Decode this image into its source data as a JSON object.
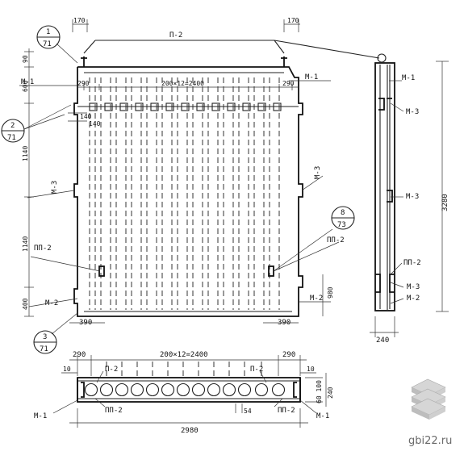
{
  "front": {
    "hinge_label": "П-2",
    "top_left_offset": "170",
    "top_right_offset": "170",
    "left_mark_top": "М-1",
    "right_mark_top": "М-1",
    "left_mark_mid": "М-3",
    "right_mark_mid": "М-3",
    "left_bottom_mark": "М-2",
    "right_bottom_mark": "М-2",
    "left_pp": "ПП-2",
    "right_pp": "ПП-2",
    "edge_left": "290",
    "edge_right": "290",
    "spacing": "200×12=2400",
    "dim_90": "90",
    "dim_600": "600",
    "dim_1140a": "1140",
    "dim_1140b": "1140",
    "dim_400": "400",
    "dim_140a": "140",
    "dim_140b": "140",
    "dim_390_left": "390",
    "dim_390_right": "390",
    "dim_980": "980",
    "callouts": [
      {
        "num": "1",
        "sheet": "71"
      },
      {
        "num": "2",
        "sheet": "71"
      },
      {
        "num": "3",
        "sheet": "71"
      },
      {
        "num": "8",
        "sheet": "73"
      }
    ]
  },
  "side": {
    "m1": "М-1",
    "m3a": "М-3",
    "m3b": "М-3",
    "pp2": "ПП-2",
    "m3c": "М-3",
    "m2": "М-2",
    "height": "3280",
    "width": "240"
  },
  "plan": {
    "edge_left": "290",
    "edge_right": "290",
    "spacing": "200×12=2400",
    "dim_10a": "10",
    "dim_10b": "10",
    "p2_left": "П-2",
    "p2_right": "П-2",
    "pp2_left": "ПП-2",
    "pp2_right": "ПП-2",
    "m1_left": "М-1",
    "m1_right": "М-1",
    "dim_54": "54",
    "dim_thk": "60 100",
    "dim_240": "240",
    "total": "2980"
  },
  "watermark": {
    "text": "gbi22.ru"
  }
}
